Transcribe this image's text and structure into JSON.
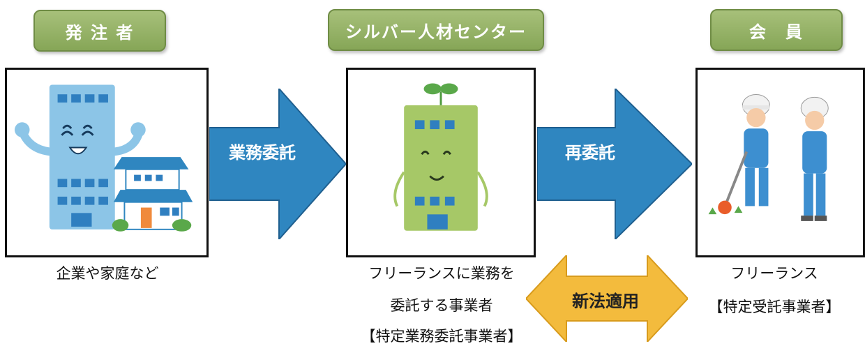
{
  "headers": {
    "orderer": "発 注 者",
    "center": "シルバー人材センター",
    "member": "会　員"
  },
  "arrows": {
    "first": "業務委託",
    "second": "再委託",
    "law": "新法適用"
  },
  "captions": {
    "left": "企業や家庭など",
    "center_line1": "フリーランスに業務を",
    "center_line2": "委託する事業者",
    "center_line3": "【特定業務委託事業者】",
    "right_line1": "フリーランス",
    "right_line2": "【特定受託事業者】"
  },
  "colors": {
    "badge": "#93af63",
    "arrow_blue": "#2f86c0",
    "arrow_yellow": "#f3bb3d"
  }
}
